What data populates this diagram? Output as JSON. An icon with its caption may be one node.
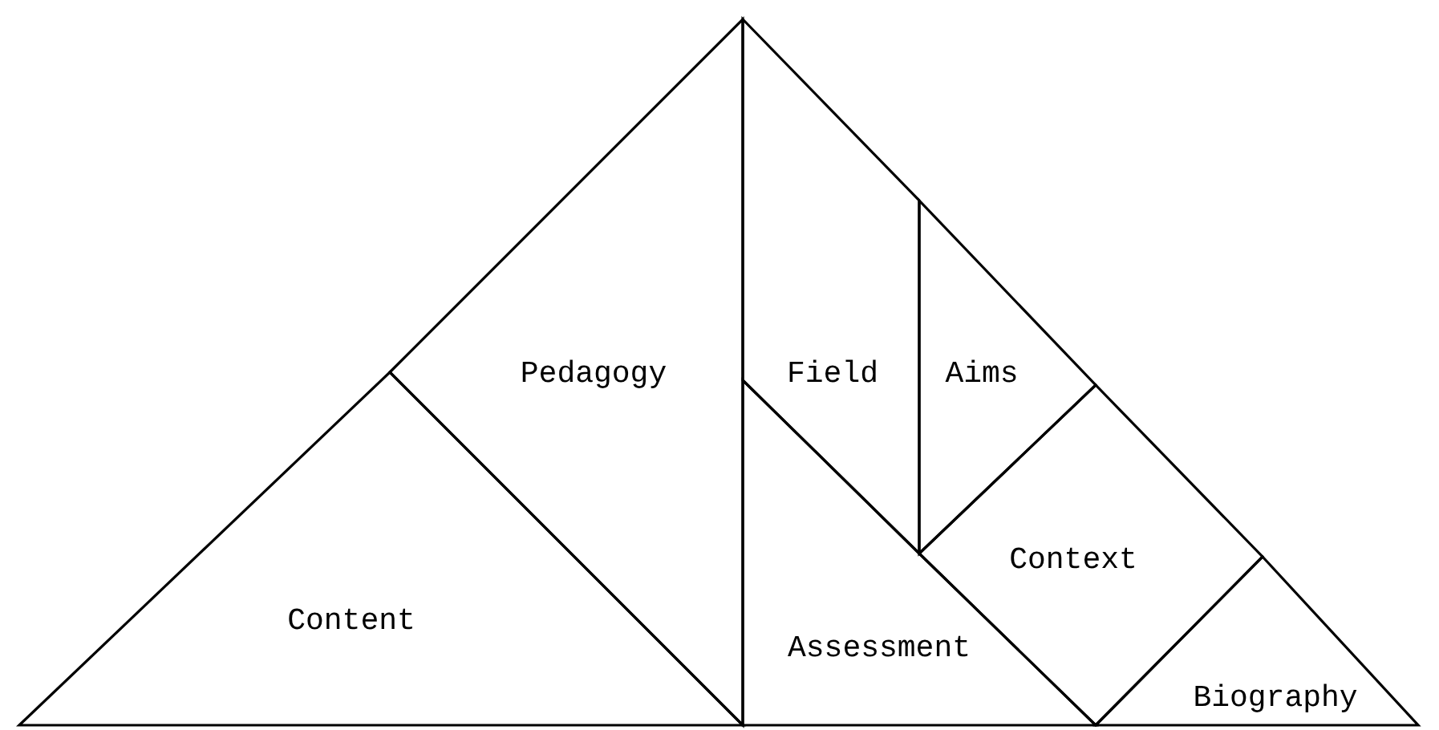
{
  "diagram": {
    "nodes": [
      {
        "text": [
          "Pedagogy"
        ]
      },
      {
        "text": [
          "Field"
        ]
      },
      {
        "text": [
          "Aims"
        ]
      },
      {
        "text": [
          "Context"
        ]
      },
      {
        "text": [
          "Content"
        ]
      },
      {
        "text": [
          "Assessment"
        ]
      },
      {
        "text": [
          "Biography"
        ]
      }
    ]
  }
}
